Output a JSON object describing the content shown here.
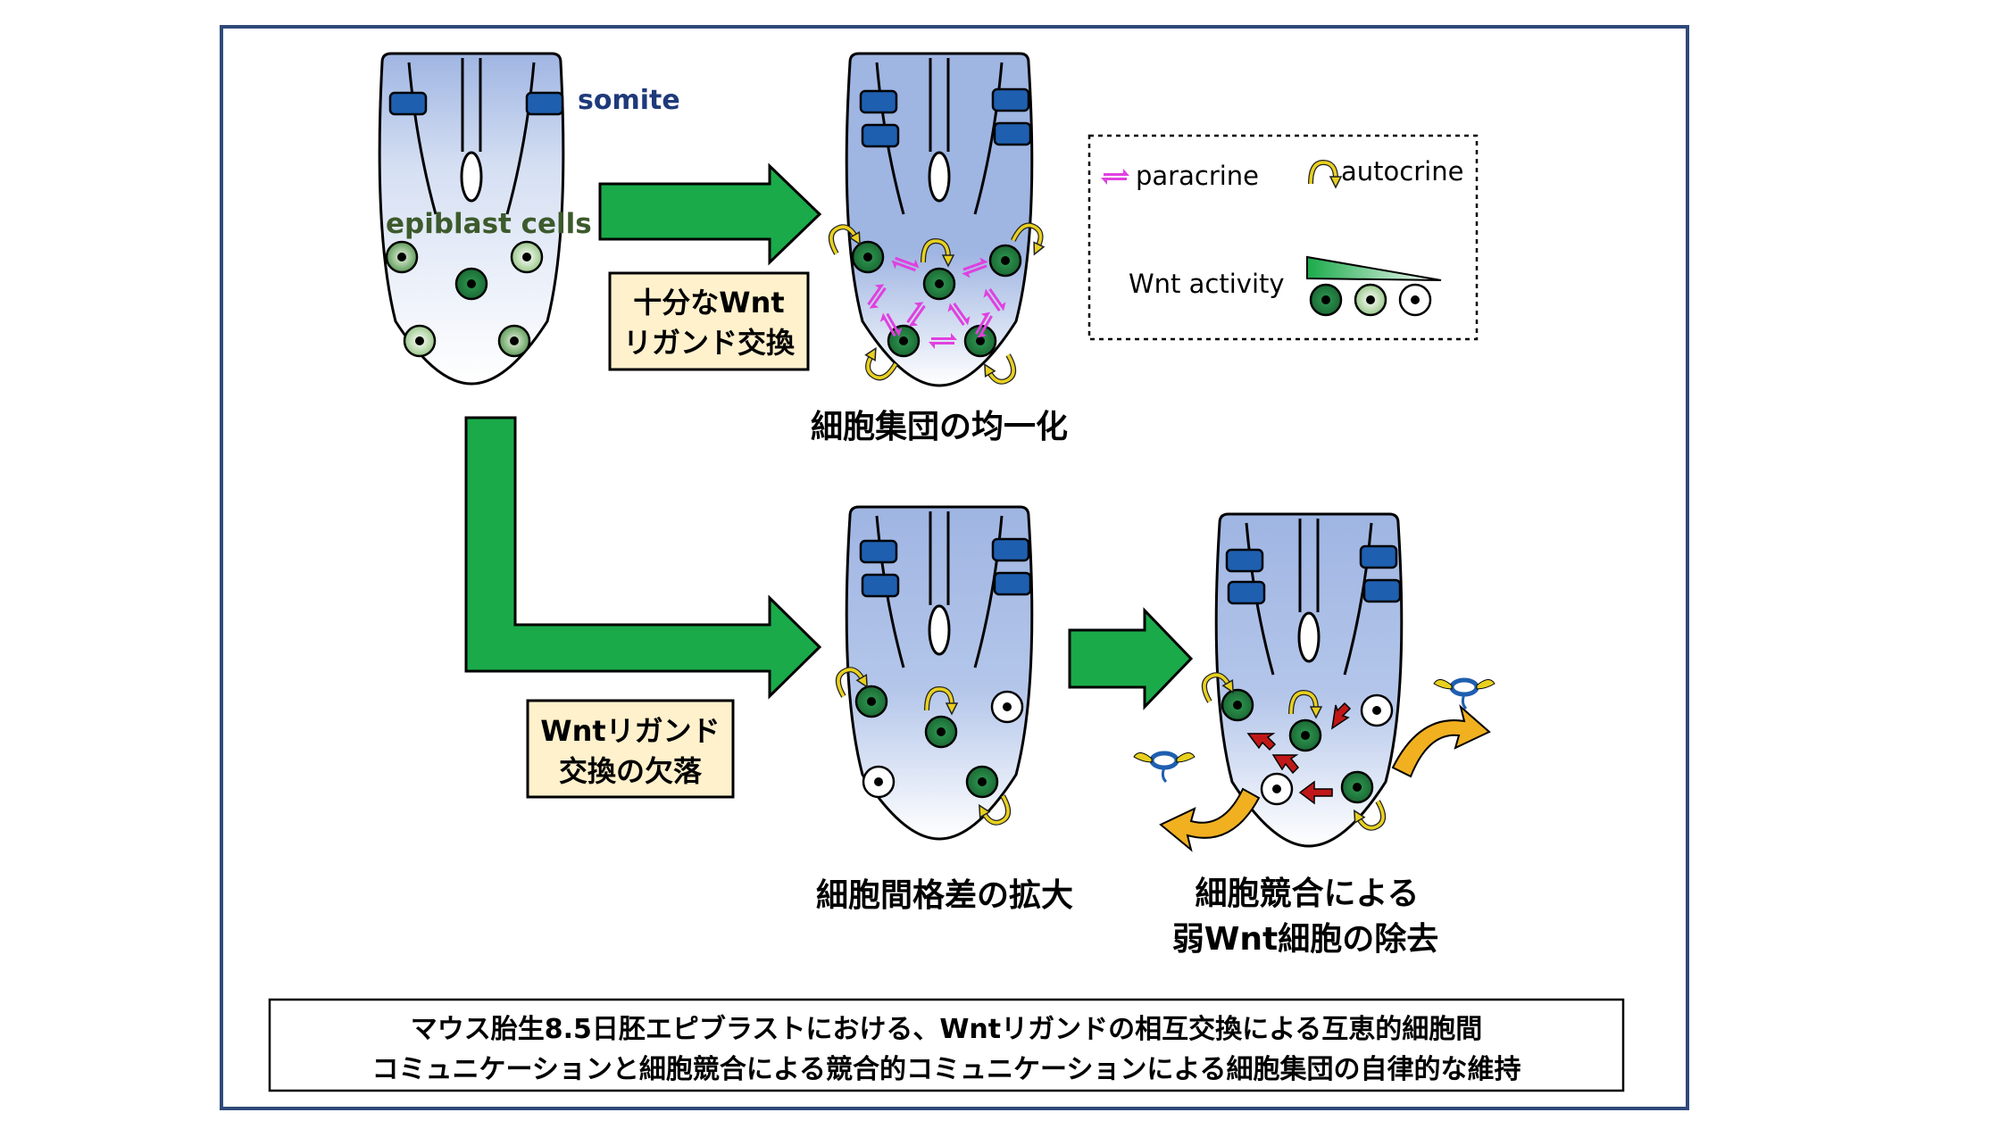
{
  "labels": {
    "somite": "somite",
    "epiblast": "epiblast cells",
    "arrow1_line1": "十分なWnt",
    "arrow1_line2": "リガンド交換",
    "arrow2_line1": "Wntリガンド",
    "arrow2_line2": "交換の欠落",
    "result_homogenize": "細胞集団の均一化",
    "result_disparity": "細胞間格差の拡大",
    "result_competition_line1": "細胞競合による",
    "result_competition_line2": "弱Wnt細胞の除去"
  },
  "legend": {
    "paracrine": "paracrine",
    "autocrine": "autocrine",
    "wnt_activity": "Wnt activity"
  },
  "caption": {
    "line1": "マウス胎生8.5日胚エピブラストにおける、Wntリガンドの相互交換による互恵的細胞間",
    "line2": "コミュニケーションと細胞競合による競合的コミュニケーションによる細胞集団の自律的な維持"
  },
  "colors": {
    "frame_border": "#2f4a7a",
    "somite": "#1f5fb0",
    "embryo_blue": "#9fb5e2",
    "big_arrow": "#1aaa4a",
    "cell_high": "#1e7a3e",
    "cell_mid": "#6aa86a",
    "cell_low": "#b9d9a8",
    "paracrine": "#e040e0",
    "autocrine": "#e8d020",
    "competition_arrow": "#c01818",
    "expel_arrow": "#f0b020",
    "label_box": "#fff1cc",
    "somite_text": "#1f3a7a",
    "epiblast_text": "#3c5a2c"
  }
}
